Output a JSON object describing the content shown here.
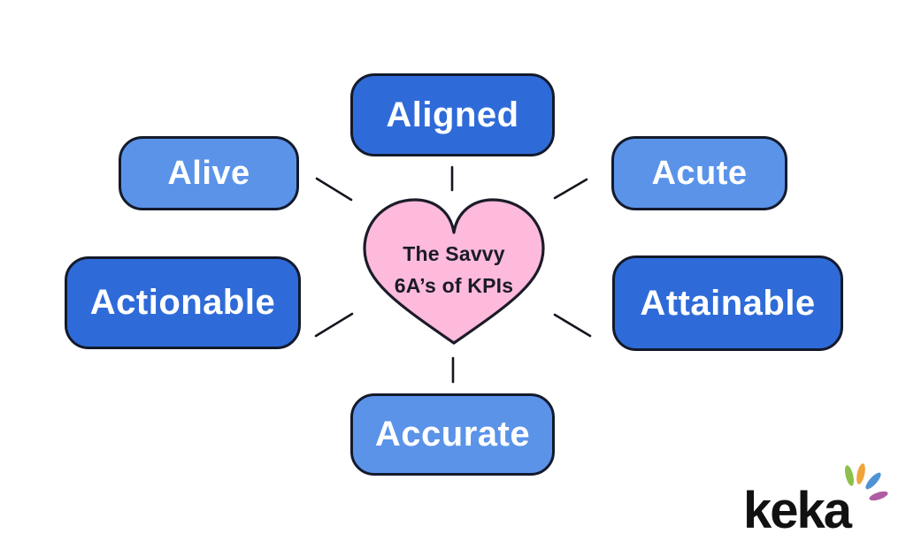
{
  "center": {
    "heading_line1": "The Savvy",
    "heading_line2": "6A’s of KPIs",
    "shape": "heart-icon",
    "fill_color": "#FDBADA",
    "outline_color": "#1C1B29",
    "text_color": "#1B1A28"
  },
  "nodes": [
    {
      "id": "aligned",
      "label": "Aligned",
      "variant": "dark",
      "position": "top"
    },
    {
      "id": "alive",
      "label": "Alive",
      "variant": "light",
      "position": "upper-left"
    },
    {
      "id": "acute",
      "label": "Acute",
      "variant": "light",
      "position": "upper-right"
    },
    {
      "id": "actionable",
      "label": "Actionable",
      "variant": "dark",
      "position": "left"
    },
    {
      "id": "attainable",
      "label": "Attainable",
      "variant": "dark",
      "position": "right"
    },
    {
      "id": "accurate",
      "label": "Accurate",
      "variant": "light",
      "position": "bottom"
    }
  ],
  "colors": {
    "background": "#FFFFFF",
    "node_dark_blue": "#2F6BD8",
    "node_light_blue": "#5B93E9",
    "node_border": "#131A2B",
    "node_text": "#FFFFFF",
    "connector": "#15151F",
    "heart_pink": "#FDBADA",
    "logo_black": "#111111"
  },
  "logo": {
    "brand": "keka",
    "ray_colors": [
      "#8CC04C",
      "#F0A439",
      "#4E92D6",
      "#B05CA3"
    ]
  }
}
